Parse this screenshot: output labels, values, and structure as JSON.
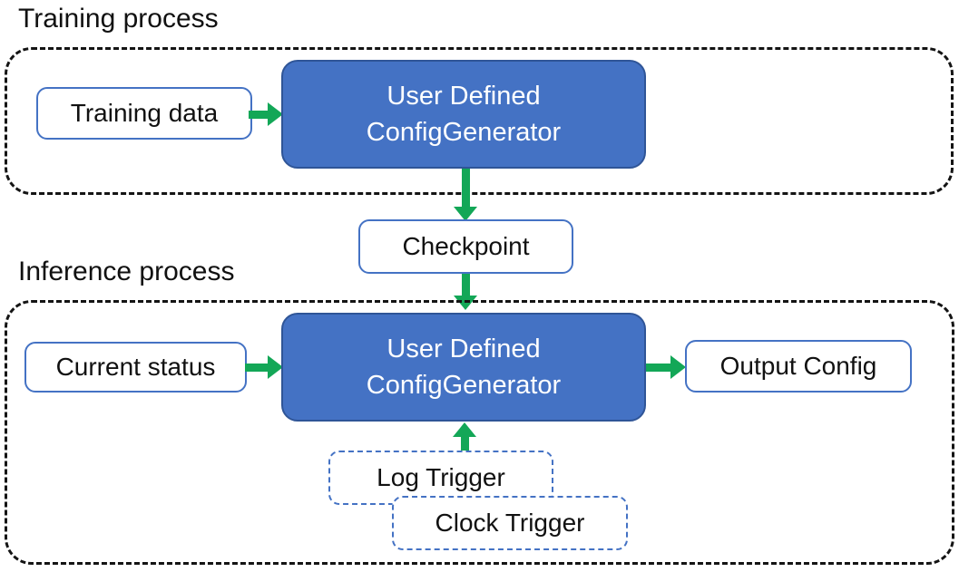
{
  "diagram": {
    "sections": {
      "training": {
        "label": "Training process"
      },
      "inference": {
        "label": "Inference process"
      }
    },
    "nodes": {
      "training_data": {
        "label": "Training data"
      },
      "train_generator": {
        "line1": "User Defined",
        "line2": "ConfigGenerator"
      },
      "checkpoint": {
        "label": "Checkpoint"
      },
      "current_status": {
        "label": "Current status"
      },
      "infer_generator": {
        "line1": "User Defined",
        "line2": "ConfigGenerator"
      },
      "output_config": {
        "label": "Output Config"
      },
      "log_trigger": {
        "label": "Log Trigger"
      },
      "clock_trigger": {
        "label": "Clock Trigger"
      }
    },
    "colors": {
      "node_fill_blue": "#4472C4",
      "node_border_dark_blue": "#2F5597",
      "light_box_border_blue": "#4472C4",
      "arrow_green": "#13A757",
      "section_frame_black": "#141414",
      "text_dark": "#111111",
      "text_light": "#FFFFFF",
      "background": "#FFFFFF"
    }
  }
}
